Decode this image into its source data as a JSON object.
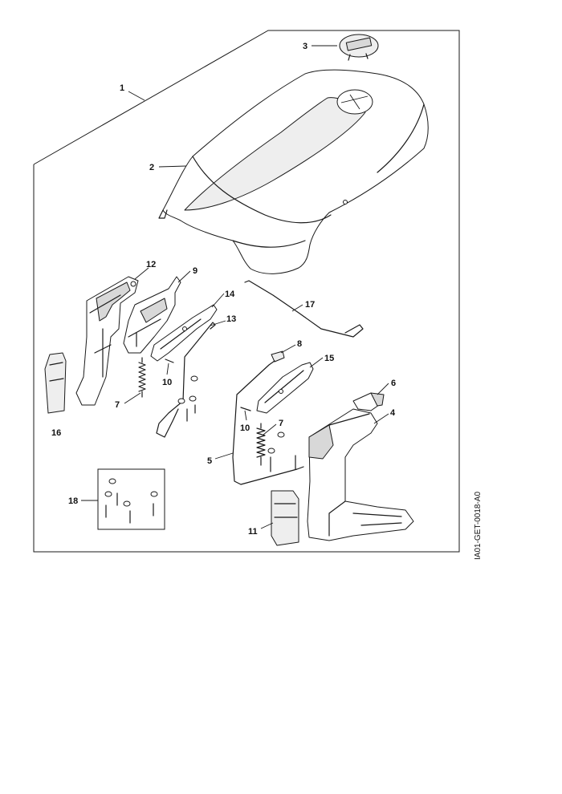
{
  "diagram": {
    "drawing_code": "IA01-GET-0018-A0",
    "callouts": [
      {
        "id": "c1",
        "label": "1"
      },
      {
        "id": "c2",
        "label": "2"
      },
      {
        "id": "c3",
        "label": "3"
      },
      {
        "id": "c4",
        "label": "4"
      },
      {
        "id": "c5",
        "label": "5"
      },
      {
        "id": "c6",
        "label": "6"
      },
      {
        "id": "c7a",
        "label": "7"
      },
      {
        "id": "c7b",
        "label": "7"
      },
      {
        "id": "c8",
        "label": "8"
      },
      {
        "id": "c9",
        "label": "9"
      },
      {
        "id": "c10a",
        "label": "10"
      },
      {
        "id": "c10b",
        "label": "10"
      },
      {
        "id": "c11",
        "label": "11"
      },
      {
        "id": "c12",
        "label": "12"
      },
      {
        "id": "c13",
        "label": "13"
      },
      {
        "id": "c14",
        "label": "14"
      },
      {
        "id": "c15",
        "label": "15"
      },
      {
        "id": "c16",
        "label": "16"
      },
      {
        "id": "c17",
        "label": "17"
      },
      {
        "id": "c18",
        "label": "18"
      }
    ]
  }
}
